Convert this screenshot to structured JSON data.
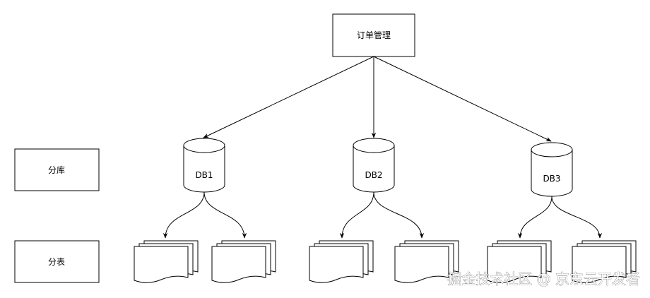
{
  "root": {
    "label": "订单管理"
  },
  "legend": {
    "shard_db": "分库",
    "shard_table": "分表"
  },
  "databases": [
    {
      "label": "DB1"
    },
    {
      "label": "DB2"
    },
    {
      "label": "DB3"
    }
  ],
  "watermark": "掘金技术社区 @ 京东云开发者"
}
